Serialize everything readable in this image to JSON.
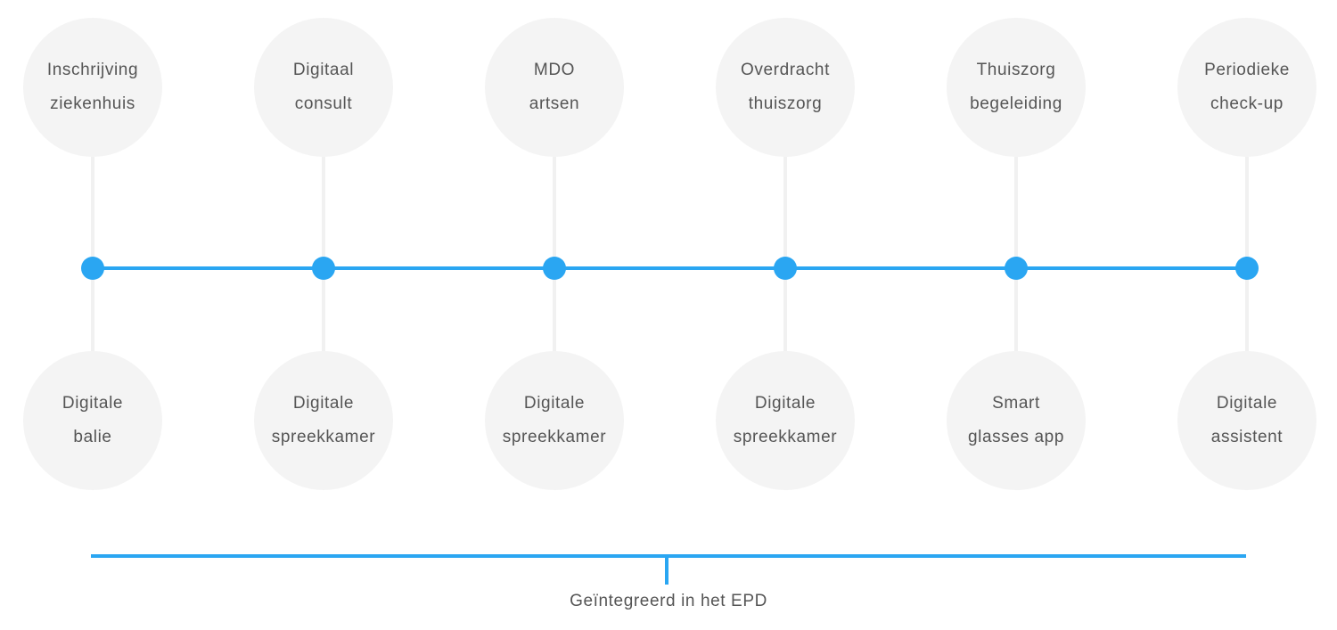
{
  "stages": [
    {
      "top": [
        "Inschrijving",
        "ziekenhuis"
      ],
      "bottom": [
        "Digitale",
        "balie"
      ]
    },
    {
      "top": [
        "Digitaal",
        "consult"
      ],
      "bottom": [
        "Digitale",
        "spreekkamer"
      ]
    },
    {
      "top": [
        "MDO",
        "artsen"
      ],
      "bottom": [
        "Digitale",
        "spreekkamer"
      ]
    },
    {
      "top": [
        "Overdracht",
        "thuiszorg"
      ],
      "bottom": [
        "Digitale",
        "spreekkamer"
      ]
    },
    {
      "top": [
        "Thuiszorg",
        "begeleiding"
      ],
      "bottom": [
        "Smart",
        "glasses app"
      ]
    },
    {
      "top": [
        "Periodieke",
        "check-up"
      ],
      "bottom": [
        "Digitale",
        "assistent"
      ]
    }
  ],
  "footer": {
    "label": "Geïntegreerd in het EPD"
  },
  "colors": {
    "accent": "#2aa6f2",
    "circle": "#f4f4f4",
    "text": "#555555",
    "connector": "#f1f1f1"
  }
}
